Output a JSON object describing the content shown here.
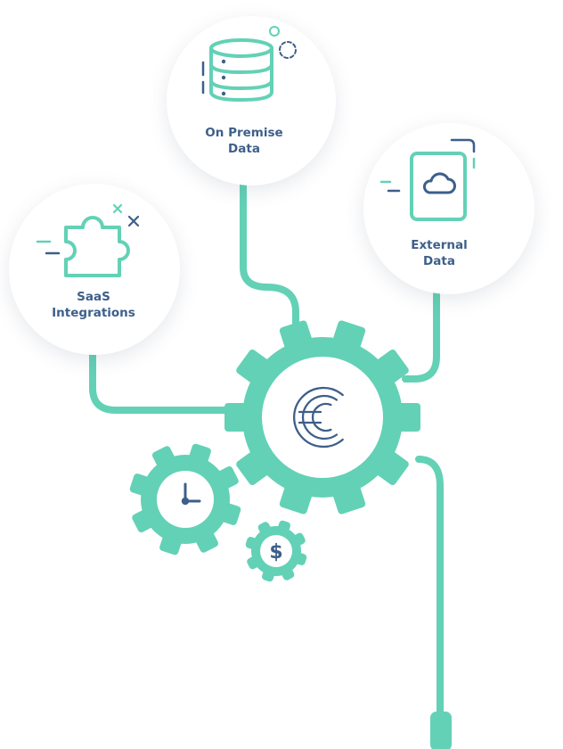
{
  "nodes": {
    "on_premise": {
      "line1": "On Premise",
      "line2": "Data",
      "icon": "database-icon"
    },
    "external": {
      "line1": "External",
      "line2": "Data",
      "icon": "cloud-document-icon"
    },
    "saas": {
      "line1": "SaaS",
      "line2": "Integrations",
      "icon": "puzzle-piece-icon"
    }
  },
  "hub": {
    "icon": "c-logo-icon"
  },
  "small_gears": {
    "clock": {
      "icon": "clock-icon"
    },
    "dollar": {
      "symbol": "$",
      "icon": "dollar-icon"
    }
  },
  "colors": {
    "teal": "#63d1b6",
    "navy": "#3d5f8a",
    "white": "#ffffff"
  }
}
